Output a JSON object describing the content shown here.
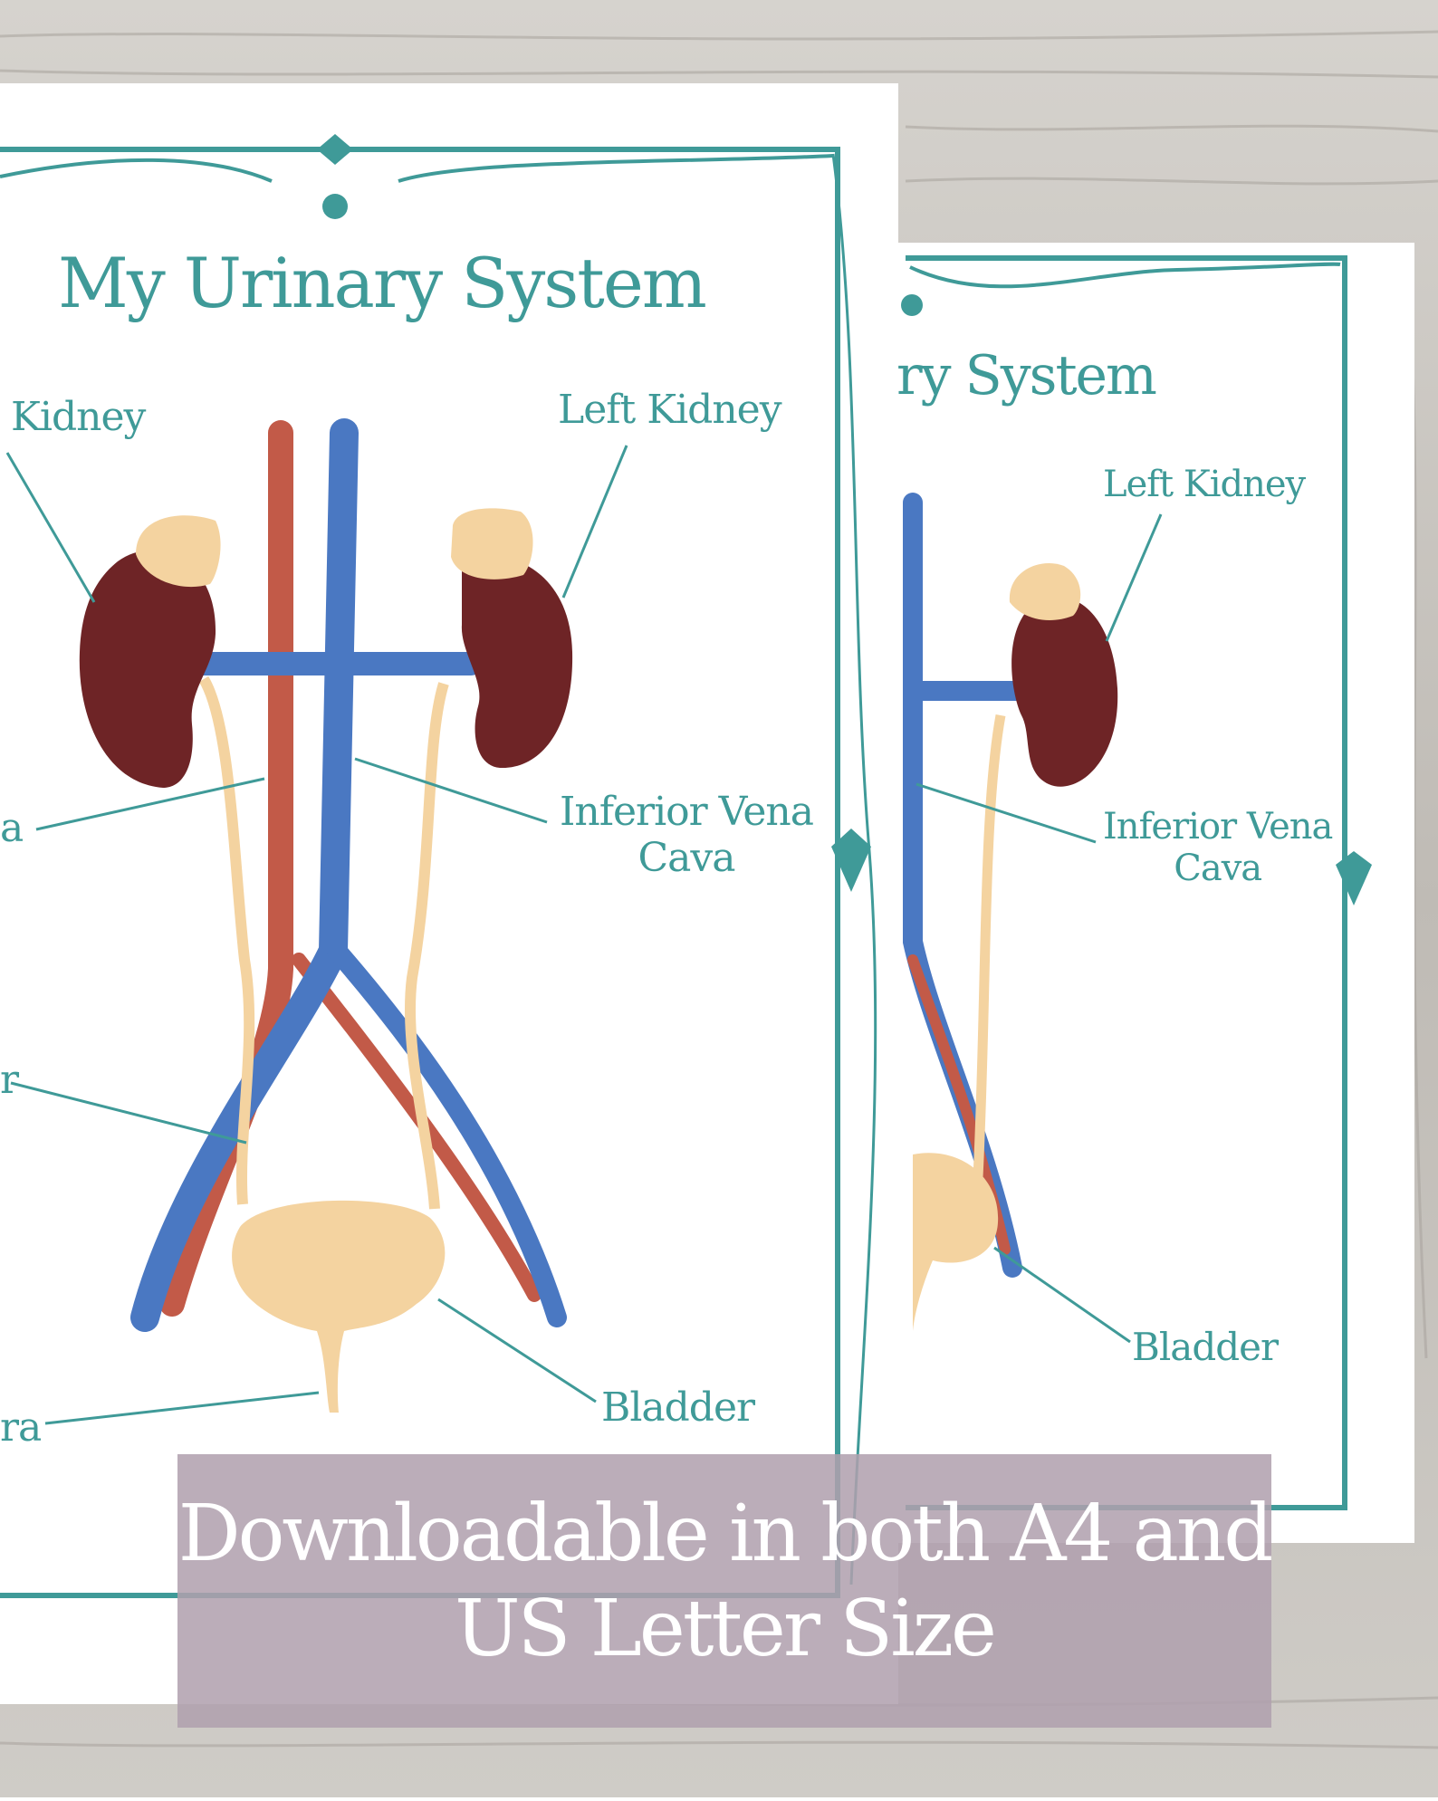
{
  "poster_main": {
    "title": "My Urinary System",
    "labels": {
      "right_kidney": "Kidney",
      "left_kidney": "Left Kidney",
      "aorta": "a",
      "inferior_vena_cava_line1": "Inferior Vena",
      "inferior_vena_cava_line2": "Cava",
      "ureter": "r",
      "bladder": "Bladder",
      "urethra": "ra"
    }
  },
  "poster_back": {
    "title": "ry System",
    "labels": {
      "left_kidney": "Left Kidney",
      "inferior_vena_cava_line1": "Inferior Vena",
      "inferior_vena_cava_line2": "Cava",
      "bladder": "Bladder"
    }
  },
  "banner": {
    "line1": "Downloadable in both A4 and",
    "line2": "US Letter Size"
  },
  "colors": {
    "accent_teal": "#3f9a98",
    "kidney": "#6e2426",
    "adrenal_ureter_bladder": "#f4d3a0",
    "vein_blue": "#4a78c2",
    "artery_red": "#c25a48",
    "wood_background": "#c9c6c1",
    "banner_overlay": "#b0a0ae"
  }
}
